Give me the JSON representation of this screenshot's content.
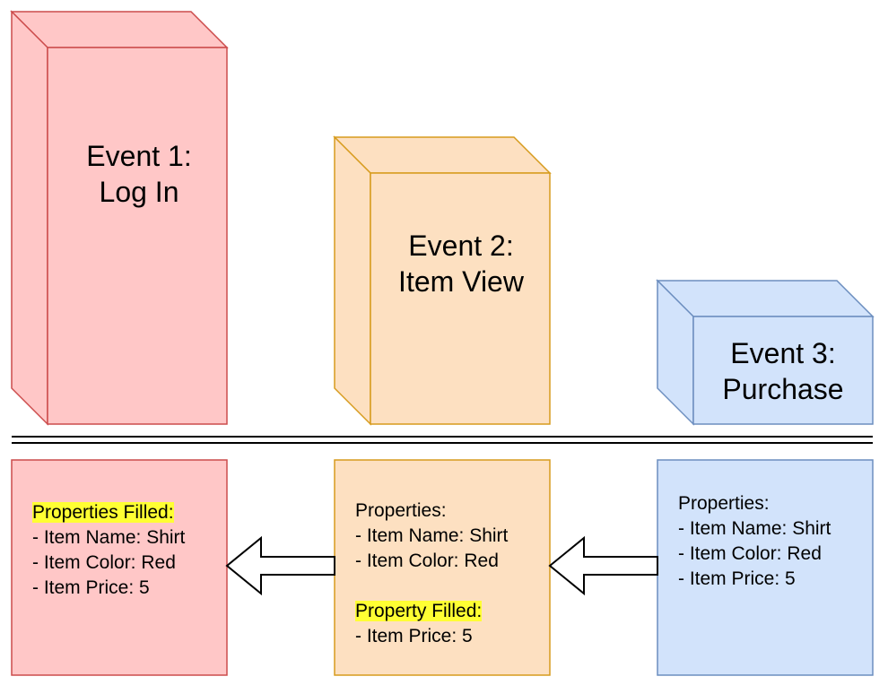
{
  "colors": {
    "red_fill": "#ffc7c7",
    "red_stroke": "#cc4c4c",
    "orange_fill": "#fde0c1",
    "orange_stroke": "#d79b1d",
    "blue_fill": "#d2e3fb",
    "blue_stroke": "#6c8ebf",
    "highlight": "#ffff33"
  },
  "events": [
    {
      "line1": "Event 1:",
      "line2": "Log In"
    },
    {
      "line1": "Event 2:",
      "line2": "Item View"
    },
    {
      "line1": "Event 3:",
      "line2": "Purchase"
    }
  ],
  "panels": {
    "login": {
      "heading": "Properties Filled:",
      "items": [
        "- Item Name: Shirt",
        "- Item Color: Red",
        "- Item Price: 5"
      ]
    },
    "item_view": {
      "heading": "Properties:",
      "items": [
        "- Item Name: Shirt",
        "- Item Color: Red"
      ],
      "filled_heading": "Property Filled:",
      "filled_items": [
        "- Item Price: 5"
      ]
    },
    "purchase": {
      "heading": "Properties:",
      "items": [
        "- Item Name: Shirt",
        "- Item Color: Red",
        "- Item Price: 5"
      ]
    }
  }
}
